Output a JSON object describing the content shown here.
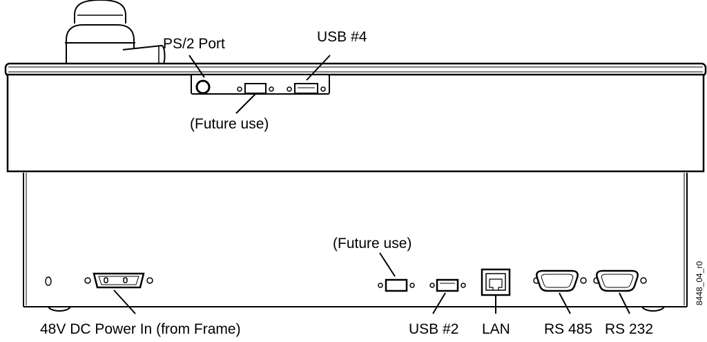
{
  "labels": {
    "ps2_port": "PS/2 Port",
    "usb4": "USB #4",
    "future_use_top": "(Future use)",
    "future_use_bottom": "(Future use)",
    "power_in": "48V DC Power In (from Frame)",
    "usb2": "USB #2",
    "lan": "LAN",
    "rs485": "RS 485",
    "rs232": "RS 232"
  },
  "figure_id": "8448_04_r0"
}
